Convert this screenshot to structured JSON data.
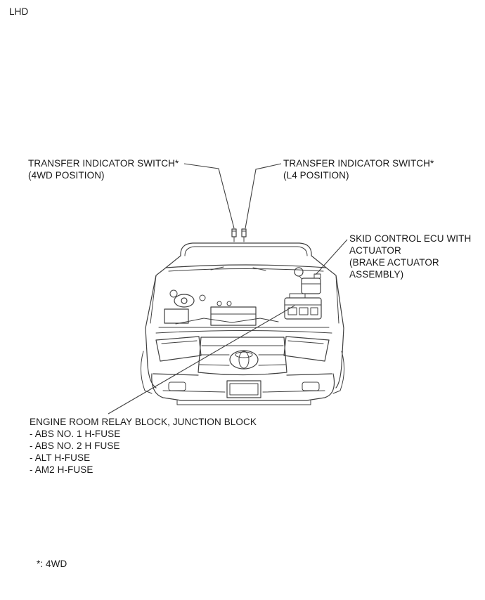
{
  "page": {
    "corner_label": "LHD",
    "footnote": "*: 4WD"
  },
  "labels": {
    "transfer_4wd": {
      "line1": "TRANSFER INDICATOR SWITCH*",
      "line2": "(4WD POSITION)"
    },
    "transfer_l4": {
      "line1": "TRANSFER INDICATOR SWITCH*",
      "line2": "(L4 POSITION)"
    },
    "skid_control": {
      "line1": "SKID CONTROL ECU WITH",
      "line2": "ACTUATOR",
      "line3": "(BRAKE ACTUATOR",
      "line4": "ASSEMBLY)"
    },
    "relay_block": {
      "title": "ENGINE ROOM RELAY BLOCK, JUNCTION BLOCK",
      "items": [
        "- ABS NO. 1 H-FUSE",
        "- ABS NO. 2 H FUSE",
        "- ALT H-FUSE",
        "- AM2 H-FUSE"
      ]
    }
  },
  "colors": {
    "line_color": "#404040",
    "text_color": "#1a1a1a",
    "bg_color": "#ffffff"
  }
}
